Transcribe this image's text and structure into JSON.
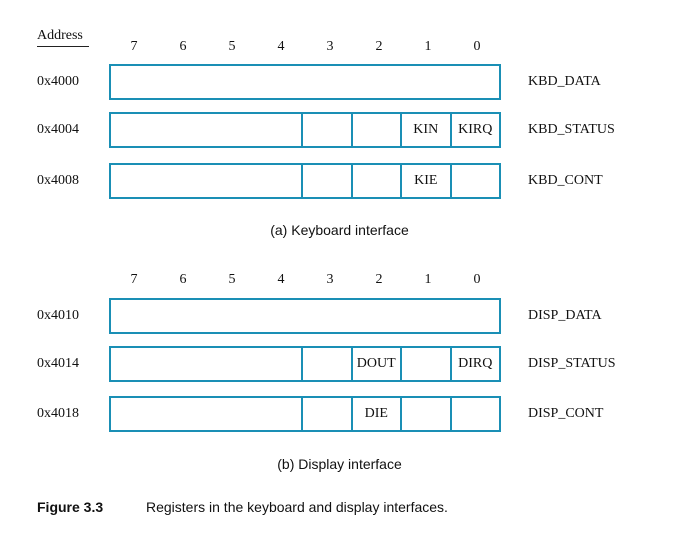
{
  "address_header": "Address",
  "bit_numbers": [
    "7",
    "6",
    "5",
    "4",
    "3",
    "2",
    "1",
    "0"
  ],
  "keyboard": {
    "registers": [
      {
        "address": "0x4000",
        "name": "KBD_DATA",
        "bits": {
          "1": "",
          "0": ""
        },
        "full": true
      },
      {
        "address": "0x4004",
        "name": "KBD_STATUS",
        "bits": {
          "1": "KIN",
          "0": "KIRQ"
        }
      },
      {
        "address": "0x4008",
        "name": "KBD_CONT",
        "bits": {
          "1": "KIE",
          "0": ""
        }
      }
    ],
    "caption": "(a) Keyboard interface"
  },
  "display": {
    "registers": [
      {
        "address": "0x4010",
        "name": "DISP_DATA",
        "full": true
      },
      {
        "address": "0x4014",
        "name": "DISP_STATUS",
        "bits": {
          "2": "DOUT",
          "1": "",
          "0": "DIRQ"
        }
      },
      {
        "address": "0x4018",
        "name": "DISP_CONT",
        "bits": {
          "2": "DIE",
          "1": "",
          "0": ""
        }
      }
    ],
    "caption": "(b) Display interface"
  },
  "figure": {
    "label": "Figure 3.3",
    "caption": "Registers in the keyboard and display interfaces."
  },
  "colors": {
    "register_border": "#1a8fb5"
  }
}
